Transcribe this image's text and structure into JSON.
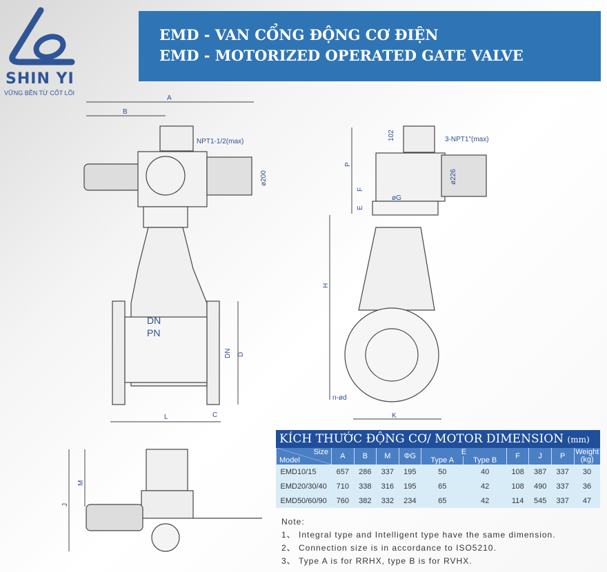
{
  "logo": {
    "brand": "SHIN YI",
    "tagline": "VỮNG BỀN TỪ CỐT LÕI"
  },
  "banner": {
    "title_vi": "EMD - VAN CỔNG ĐỘNG CƠ ĐIỆN",
    "title_en": "EMD - MOTORIZED OPERATED GATE VALVE"
  },
  "drawing_labels": {
    "a": "A",
    "b": "B",
    "npt": "NPT1-1/2(max)",
    "d200": "ø200",
    "dn": "DN",
    "pn": "PN",
    "dn2": "DN",
    "d": "D",
    "l": "L",
    "c": "C",
    "h102": "102",
    "p": "P",
    "f": "F",
    "e": "E",
    "g": "øG",
    "npt3": "3-NPT1\"(max)",
    "d226": "ø226",
    "h": "H",
    "nd": "n-ød",
    "k": "K",
    "j": "J",
    "m": "M"
  },
  "table": {
    "title": "KÍCH THƯỚC ĐỘNG CƠ/ MOTOR DIMENSION",
    "unit": "(mm)",
    "header": {
      "size": "Size",
      "model": "Model",
      "a": "A",
      "b": "B",
      "m": "M",
      "g": "ΦG",
      "e": "E",
      "typeA": "Type A",
      "typeB": "Type B",
      "f": "F",
      "j": "J",
      "p": "P",
      "weight": "Weight (kg)"
    },
    "rows": [
      [
        "EMD10/15",
        "657",
        "286",
        "337",
        "195",
        "50",
        "40",
        "108",
        "387",
        "337",
        "30"
      ],
      [
        "EMD20/30/40",
        "710",
        "338",
        "316",
        "195",
        "65",
        "42",
        "108",
        "490",
        "337",
        "36"
      ],
      [
        "EMD50/60/90",
        "760",
        "382",
        "332",
        "234",
        "65",
        "42",
        "114",
        "545",
        "337",
        "47"
      ]
    ]
  },
  "notes": {
    "title": "Note:",
    "items": [
      "1、 Integral type and Intelligent type have the same dimension.",
      "2、 Connection size is in accordance to ISO5210.",
      "3、 Type A is for RRHX, type B is for RVHX."
    ]
  }
}
